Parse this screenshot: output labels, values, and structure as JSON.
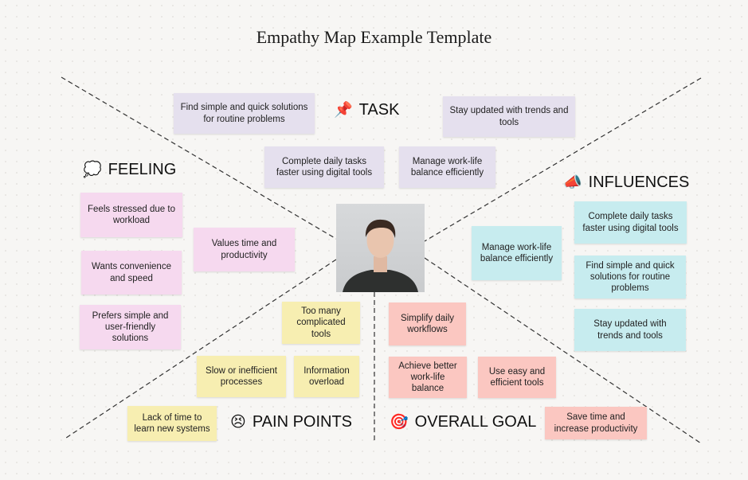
{
  "title": "Empathy Map Example Template",
  "sections": {
    "task": {
      "icon": "📌",
      "label": "TASK"
    },
    "feeling": {
      "icon": "💭",
      "label": "FEELING"
    },
    "influences": {
      "icon": "📣",
      "label": "INFLUENCES"
    },
    "pain_points": {
      "icon": "😣",
      "label": "PAIN POINTS"
    },
    "overall_goal": {
      "icon": "🎯",
      "label": "OVERALL GOAL"
    }
  },
  "notes": {
    "task": [
      "Find simple and quick solutions for routine problems",
      "Stay updated with trends and tools",
      "Complete daily tasks faster using digital tools",
      "Manage work-life balance efficiently"
    ],
    "feeling": [
      "Feels stressed due to workload",
      "Values time and productivity",
      "Wants convenience and speed",
      "Prefers simple and user-friendly solutions"
    ],
    "influences": [
      "Complete daily tasks faster using digital tools",
      "Manage work-life balance efficiently",
      "Find simple and quick solutions for routine problems",
      "Stay updated with trends and tools"
    ],
    "pain_points": [
      "Too many complicated tools",
      "Slow or inefficient processes",
      "Information overload",
      "Lack of time to learn new systems"
    ],
    "overall_goal": [
      "Simplify daily workflows",
      "Achieve better work-life balance",
      "Use easy and efficient tools",
      "Save time and increase productivity"
    ]
  },
  "colors": {
    "task": "#e5e0ee",
    "feeling": "#f6d9ef",
    "influences": "#c7ecef",
    "pain_points": "#f7eeb1",
    "overall_goal": "#fbc7c1"
  },
  "persona_photo_icon": "person-portrait-icon"
}
